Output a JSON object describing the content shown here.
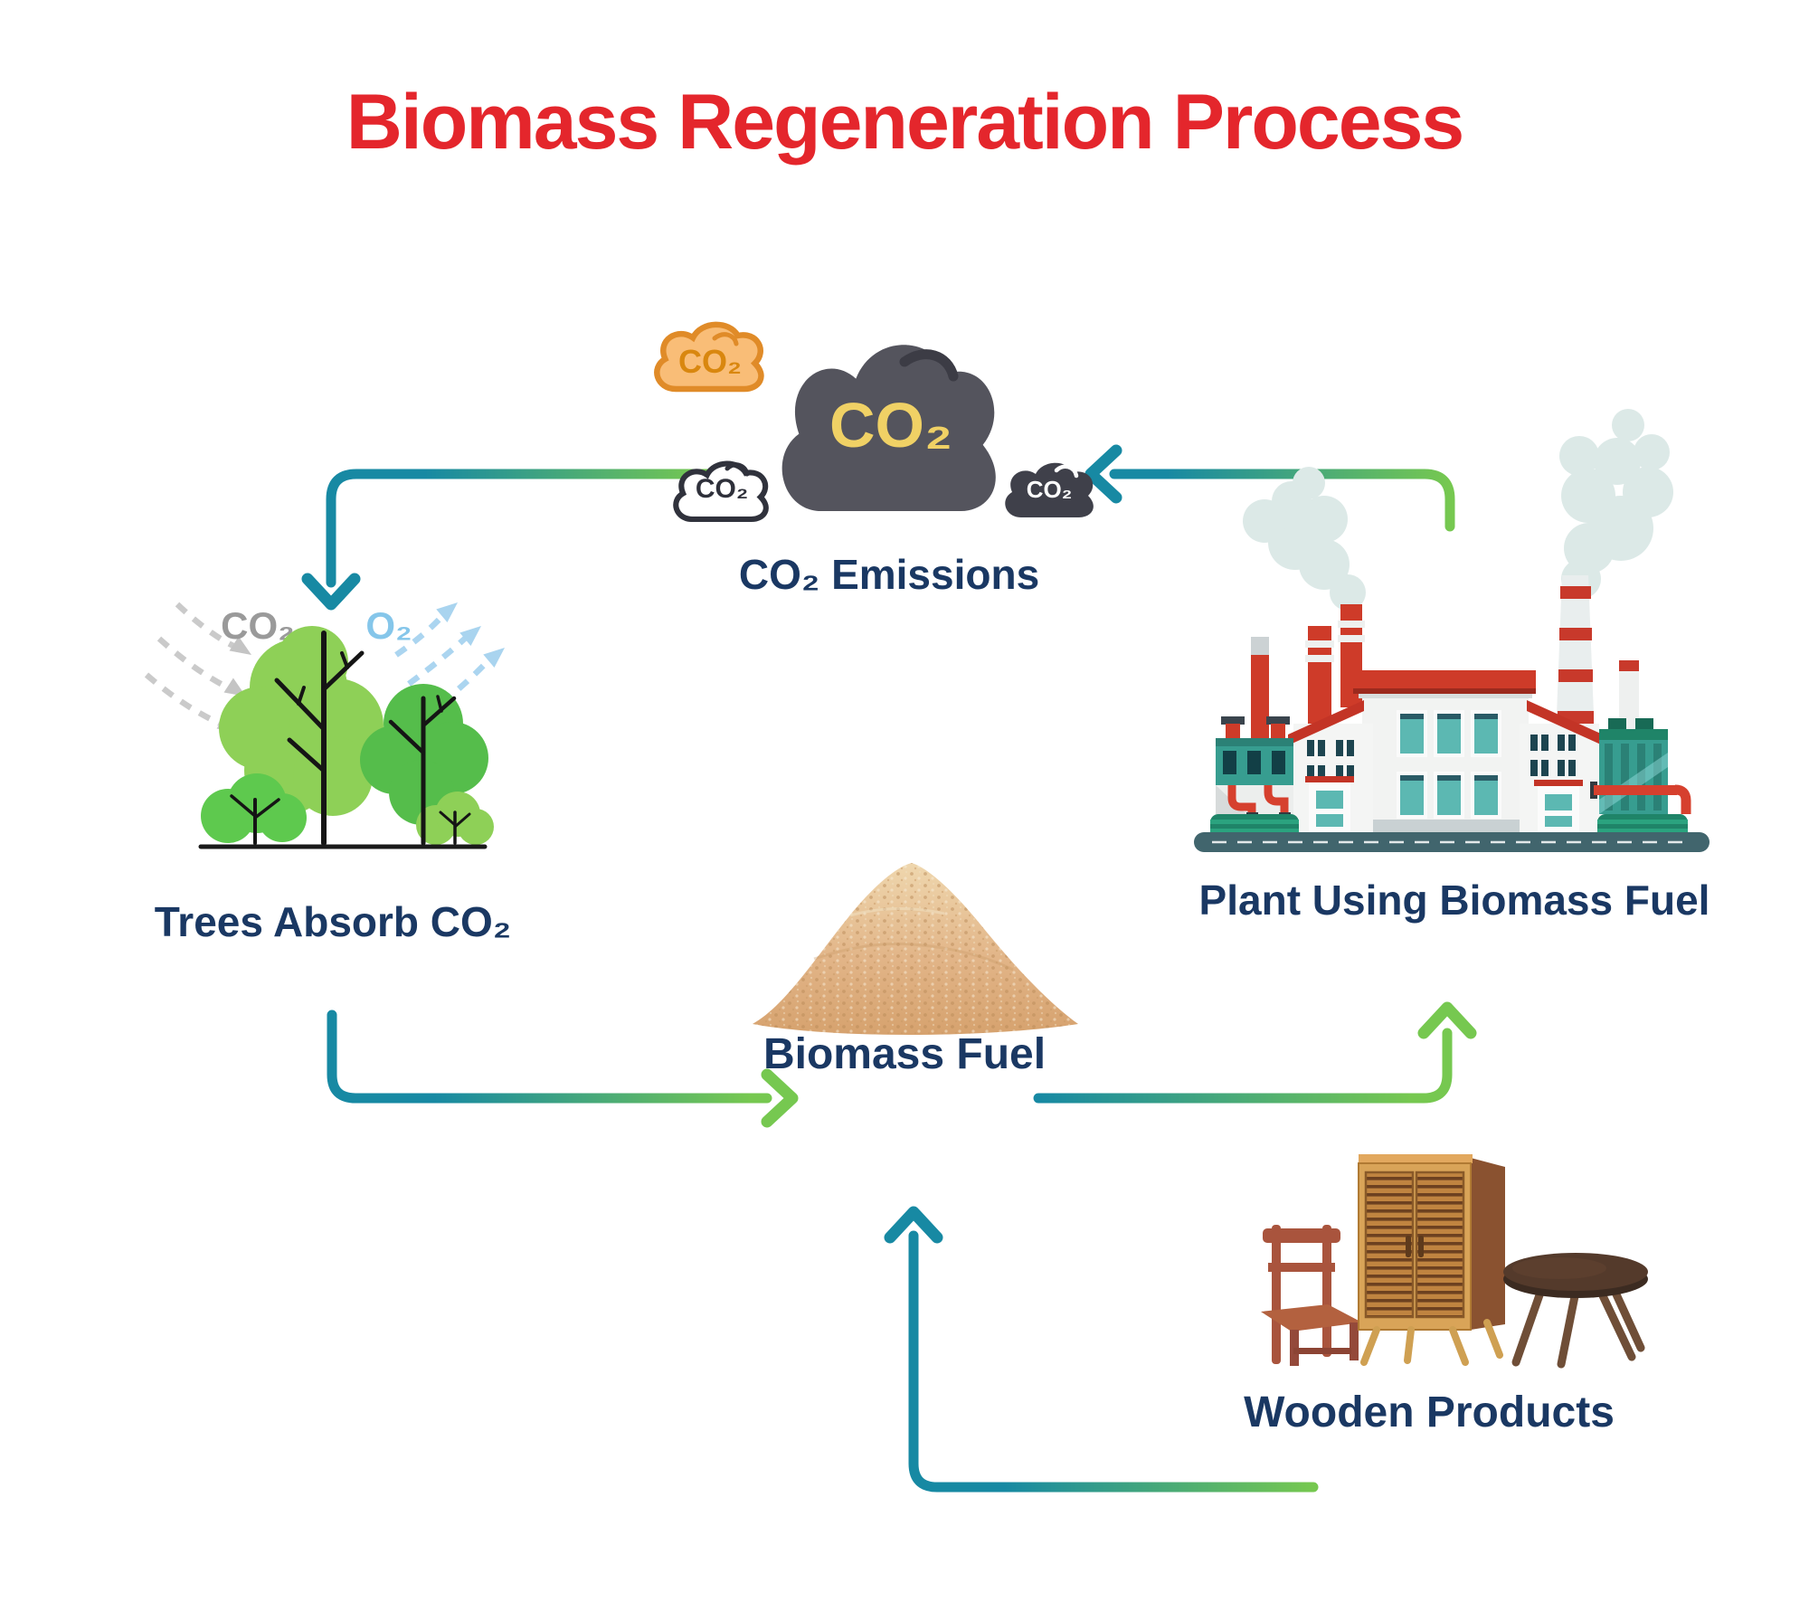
{
  "title": "Biomass Regeneration Process",
  "nodes": {
    "emissions": {
      "label": "CO₂ Emissions"
    },
    "trees": {
      "label": "Trees Absorb CO₂"
    },
    "plant": {
      "label": "Plant Using Biomass Fuel"
    },
    "biomass": {
      "label": "Biomass Fuel"
    },
    "wooden": {
      "label": "Wooden Products"
    }
  },
  "clouds": {
    "orange": "CO₂",
    "large": "CO₂",
    "white": "CO₂",
    "small": "CO₂"
  },
  "gases": {
    "absorbed": "CO₂",
    "released": "O₂"
  },
  "flows": [
    {
      "from": "CO₂ Emissions",
      "to": "Trees Absorb CO₂"
    },
    {
      "from": "Trees Absorb CO₂",
      "to": "Biomass Fuel"
    },
    {
      "from": "Biomass Fuel",
      "to": "Plant Using Biomass Fuel"
    },
    {
      "from": "Plant Using Biomass Fuel",
      "to": "CO₂ Emissions"
    },
    {
      "from": "Wooden Products",
      "to": "Biomass Fuel"
    }
  ],
  "palette": {
    "title_red": "#e4262c",
    "label_navy": "#1a3863",
    "arrow_teal": "#1789a3",
    "arrow_green": "#76c850",
    "tree_green_light": "#8ed057",
    "tree_green_dark": "#55bd4b",
    "co2_gray": "#9a9a9a",
    "o2_blue": "#85c6ea",
    "cloud_orange_fill": "#f9bd77",
    "cloud_dark": "#54545d",
    "cloud_text_yellow": "#f0d165",
    "factory_red": "#ce3b29",
    "factory_teal": "#379d90",
    "sawdust_tan": "#e2b588",
    "wood_brown": "#d9a458"
  }
}
